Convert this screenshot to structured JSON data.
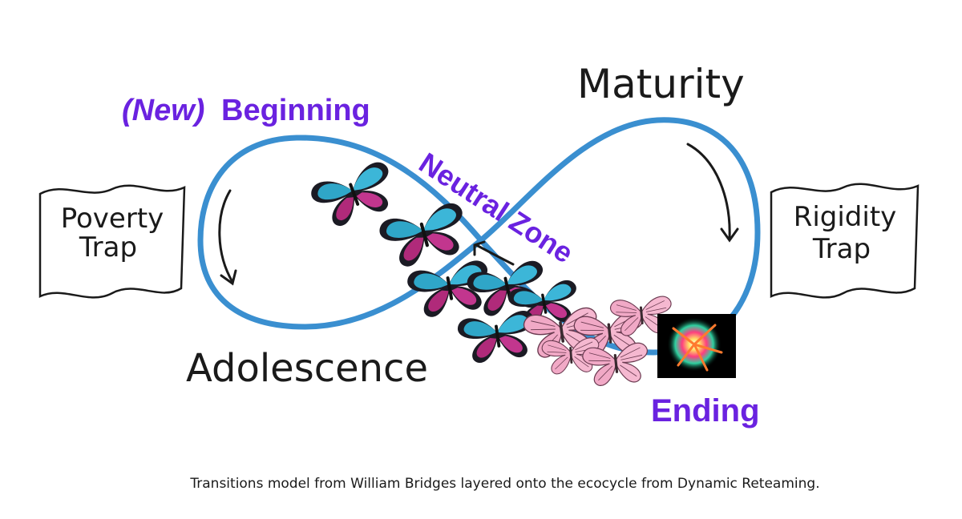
{
  "labels": {
    "new_prefix": "(New)",
    "beginning": "Beginning",
    "maturity": "Maturity",
    "neutral_zone": "Neutral Zone",
    "poverty_line1": "Poverty",
    "poverty_line2": "Trap",
    "rigidity_line1": "Rigidity",
    "rigidity_line2": "Trap",
    "adolescence": "Adolescence",
    "ending": "Ending"
  },
  "caption": "Transitions model from William Bridges layered onto the ecocycle from Dynamic Reteaming.",
  "colors": {
    "loop": "#3a8fd0",
    "purple_label": "#6a22e0",
    "ink": "#1a1a1a",
    "butterfly_blue": "#2fa6c8",
    "butterfly_pink": "#f1a9c6"
  },
  "icons": {
    "butterflies_blue": "butterfly-blue-icon",
    "butterflies_pink": "butterfly-pink-icon",
    "burst": "color-burst-icon"
  }
}
